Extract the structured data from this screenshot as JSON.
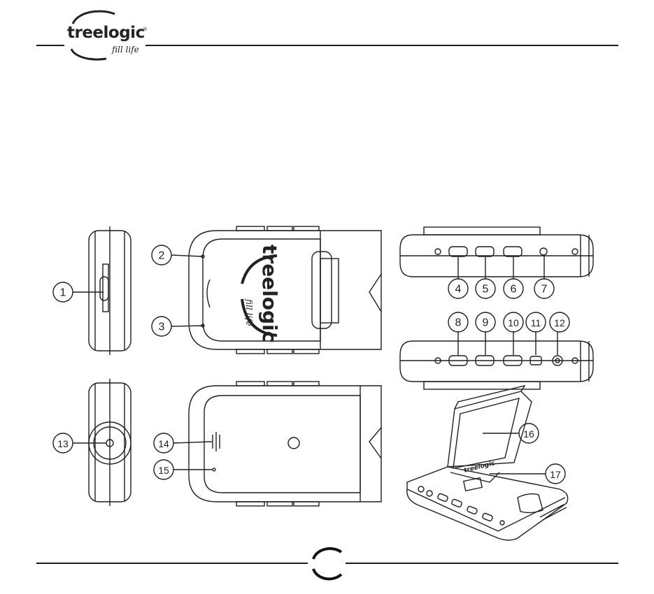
{
  "header": {
    "logo_text": "treelogic",
    "logo_registered": "®",
    "logo_tagline": "fill life"
  },
  "device_branding": {
    "logo_text": "treelogic",
    "logo_tagline": "fill life",
    "logo_registered": "®"
  },
  "callouts": [
    "1",
    "2",
    "3",
    "4",
    "5",
    "6",
    "7",
    "8",
    "9",
    "10",
    "11",
    "12",
    "13",
    "14",
    "15",
    "16",
    "17"
  ],
  "colors": {
    "line": "#1a1a1a",
    "background": "#ffffff"
  }
}
